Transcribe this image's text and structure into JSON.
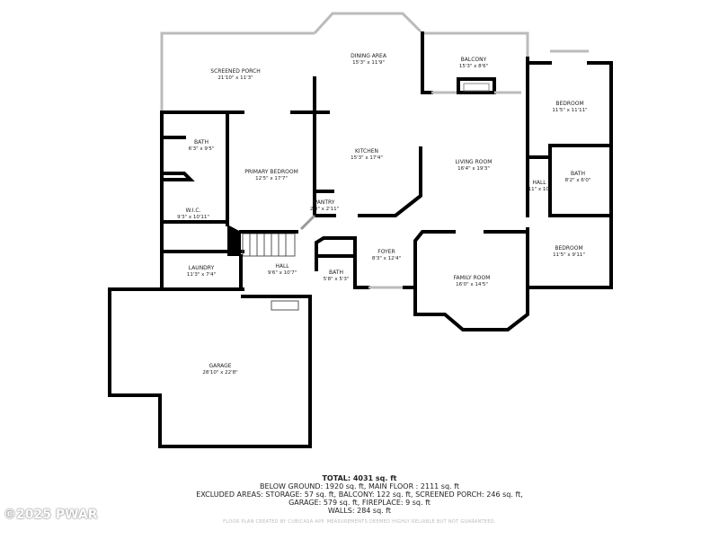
{
  "rooms": [
    {
      "name": "SCREENED PORCH",
      "dim": "21'10\" x 11'3\""
    },
    {
      "name": "DINING AREA",
      "dim": "15'3\" x 11'9\""
    },
    {
      "name": "BALCONY",
      "dim": "15'3\" x 8'6\""
    },
    {
      "name": "BEDROOM",
      "dim": "11'5\" x 11'11\""
    },
    {
      "name": "BATH",
      "dim": "6'3\" x 9'5\""
    },
    {
      "name": "PRIMARY BEDROOM",
      "dim": "12'5\" x 17'7\""
    },
    {
      "name": "KITCHEN",
      "dim": "15'3\" x 17'4\""
    },
    {
      "name": "LIVING ROOM",
      "dim": "16'4\" x 19'3\""
    },
    {
      "name": "HALL",
      "dim": "11\" x 10'"
    },
    {
      "name": "BATH",
      "dim": "8'2\" x 6'0\""
    },
    {
      "name": "W.I.C.",
      "dim": "9'3\" x 10'11\""
    },
    {
      "name": "PANTRY",
      "dim": "2'0\" x 2'11\""
    },
    {
      "name": "BEDROOM",
      "dim": "11'5\" x 9'11\""
    },
    {
      "name": "FOYER",
      "dim": "8'3\" x 12'4\""
    },
    {
      "name": "LAUNDRY",
      "dim": "11'3\" x 7'4\""
    },
    {
      "name": "HALL",
      "dim": "9'6\" x 10'7\""
    },
    {
      "name": "BATH",
      "dim": "5'8\" x 5'3\""
    },
    {
      "name": "FAMILY ROOM",
      "dim": "16'0\" x 14'5\""
    },
    {
      "name": "GARAGE",
      "dim": "28'10\" x 22'8\""
    }
  ],
  "summary": {
    "total": "TOTAL: 4031 sq. ft",
    "line1": "BELOW GROUND: 1920 sq. ft, MAIN FLOOR : 2111 sq. ft",
    "line2": "EXCLUDED AREAS: STORAGE: 57 sq. ft, BALCONY: 122 sq. ft, SCREENED PORCH: 246 sq. ft,",
    "line3": "GARAGE: 579 sq. ft, FIREPLACE: 9 sq. ft",
    "line4": "WALLS: 284 sq. ft"
  },
  "credit": "FLOOR PLAN CREATED BY CUBICASA APP. MEASUREMENTS DEEMED HIGHLY RELIABLE BUT NOT GUARANTEED.",
  "watermark": "©2025 PWAR"
}
